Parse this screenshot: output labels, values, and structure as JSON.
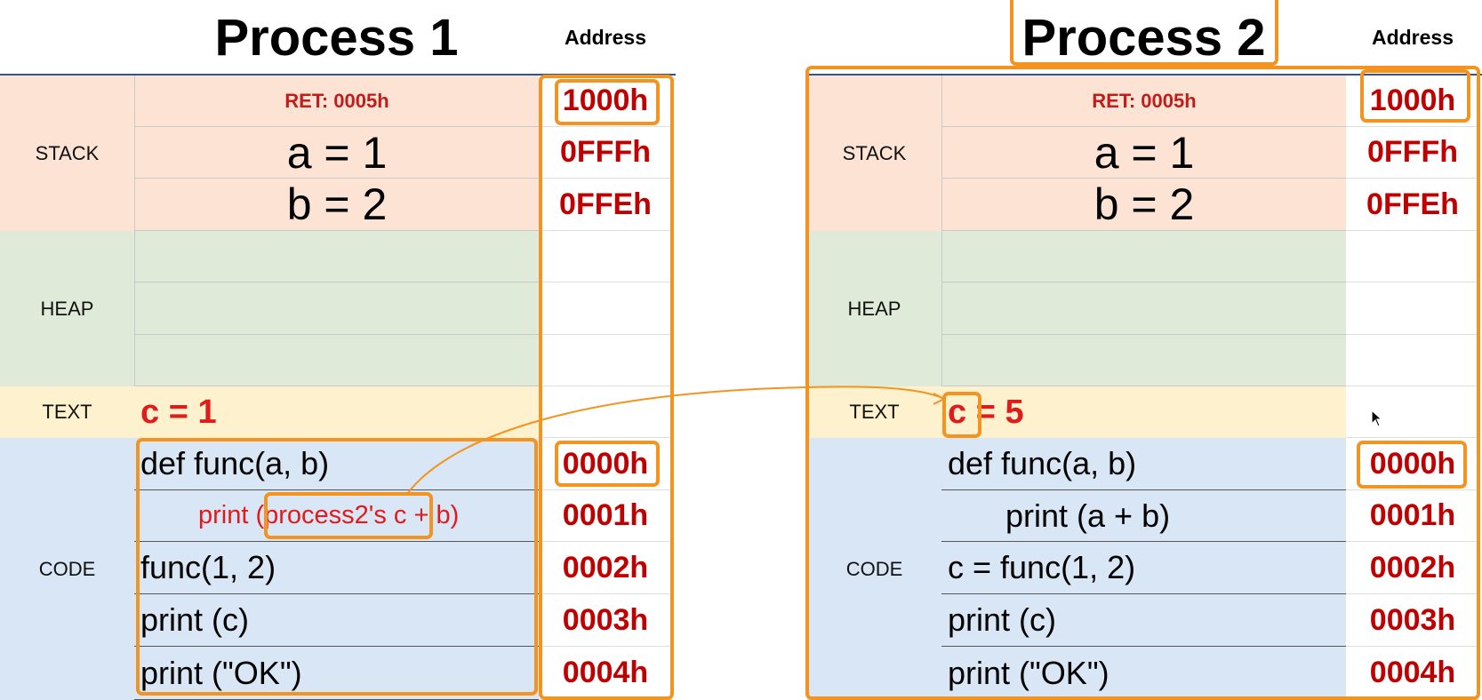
{
  "process1": {
    "title": "Process 1",
    "address_header": "Address",
    "segments": {
      "stack": "STACK",
      "heap": "HEAP",
      "text": "TEXT",
      "code": "CODE"
    },
    "stack_rows": [
      "RET: 0005h",
      "a = 1",
      "b = 2"
    ],
    "stack_addresses": [
      "1000h",
      "0FFFh",
      "0FFEh"
    ],
    "text_value": "c = 1",
    "code_lines": [
      "def func(a, b)",
      "print (process2's c + b)",
      "func(1, 2)",
      "print (c)",
      "print (\"OK\")"
    ],
    "code_addresses": [
      "0000h",
      "0001h",
      "0002h",
      "0003h",
      "0004h"
    ]
  },
  "process2": {
    "title": "Process 2",
    "address_header": "Address",
    "segments": {
      "stack": "STACK",
      "heap": "HEAP",
      "text": "TEXT",
      "code": "CODE"
    },
    "stack_rows": [
      "RET: 0005h",
      "a = 1",
      "b = 2"
    ],
    "stack_addresses": [
      "1000h",
      "0FFFh",
      "0FFEh"
    ],
    "text_value": "c = 5",
    "code_lines": [
      "def func(a, b)",
      "print (a + b)",
      "c = func(1, 2)",
      "print (c)",
      "print (\"OK\")"
    ],
    "code_addresses": [
      "0000h",
      "0001h",
      "0002h",
      "0003h",
      "0004h"
    ]
  },
  "colors": {
    "stack": "#fce3d4",
    "heap": "#e0ead8",
    "text": "#fef1cd",
    "code": "#d9e6f5",
    "highlight": "#f39320",
    "address": "#c00000",
    "text_value": "#e01b1b"
  },
  "icons": {
    "pointer": "mouse-cursor-icon"
  }
}
